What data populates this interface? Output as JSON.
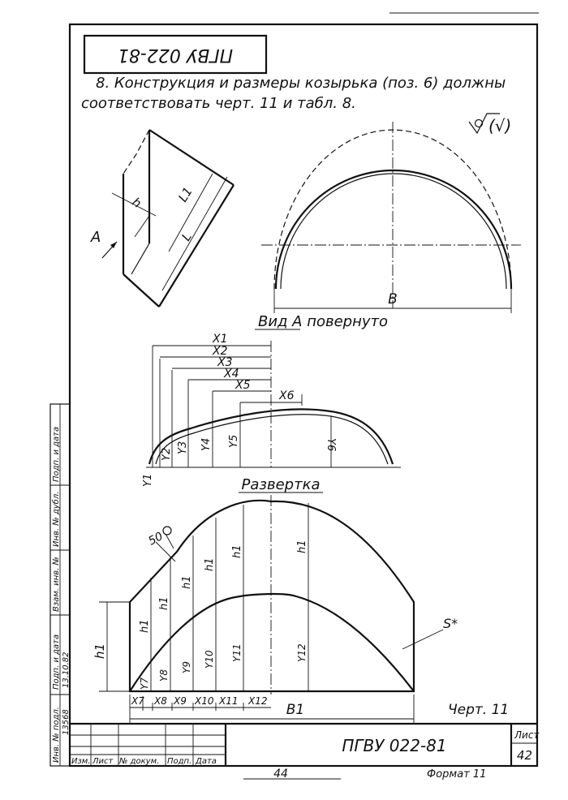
{
  "header_box": "ПГВУ 022-81",
  "note": {
    "line1": "8. Конструкция и размеры козырька (поз. 6) должны",
    "line2": "соответствовать черт. 11 и табл. 8."
  },
  "roughness": "(√)",
  "side_view": {
    "label_A": "А",
    "label_h": "h",
    "label_L1": "L1",
    "label_L": "L"
  },
  "front_view": {
    "label_B": "B"
  },
  "view_a": {
    "title": "Вид А повернуто",
    "x_labels": [
      "X1",
      "X2",
      "X3",
      "X4",
      "X5",
      "X6"
    ],
    "y_labels": [
      "Y1",
      "Y2",
      "Y3",
      "Y4",
      "Y5",
      "Y6"
    ]
  },
  "razvertka": {
    "title": "Развертка",
    "label_50": "50",
    "h_label": "h1",
    "y_labels": [
      "Y7",
      "Y8",
      "Y9",
      "Y10",
      "Y11",
      "Y12"
    ],
    "x_labels": [
      "X7",
      "X8",
      "X9",
      "X10",
      "X11",
      "X12"
    ],
    "B1": "B1",
    "S": "S*"
  },
  "chert": "Черт. 11",
  "stamp": {
    "designation": "ПГВУ 022-81",
    "sheet_label": "Лист",
    "sheet_no": "42",
    "cols": [
      "Изм.",
      "Лист",
      "№ докум.",
      "Подп.",
      "Дата"
    ]
  },
  "side_stamp": {
    "fields": [
      "Инв. № подл.",
      "Подп. и дата",
      "Взам. инв. №",
      "Инв. № дубл.",
      "Подп. и дата"
    ],
    "inv_value": "13568",
    "date_value": "13.10.82"
  },
  "page_number": "44",
  "format": "Формат 11"
}
